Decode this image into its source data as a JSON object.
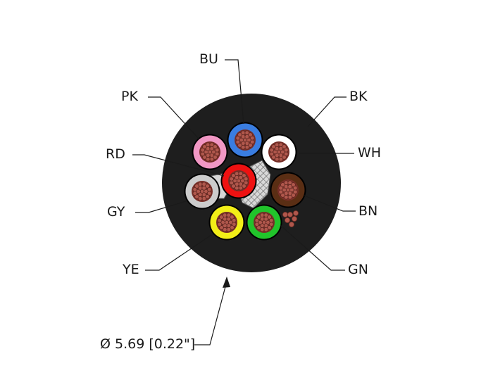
{
  "cable": {
    "jacket_color": "#1e1e1e",
    "copper_color": "#b0574c",
    "diameter_label": "Ø 5.69 [0.22\"]"
  },
  "conductors": [
    {
      "code": "BU",
      "fill": "#3a7de0"
    },
    {
      "code": "BK",
      "fill": "#1e1e1e"
    },
    {
      "code": "PK",
      "fill": "#f197c4"
    },
    {
      "code": "WH",
      "fill": "#ffffff"
    },
    {
      "code": "RD",
      "fill": "#ee1111"
    },
    {
      "code": "BN",
      "fill": "#5a2e14"
    },
    {
      "code": "GY",
      "fill": "#cccccc"
    },
    {
      "code": "YE",
      "fill": "#f2ee18"
    },
    {
      "code": "GN",
      "fill": "#21c42b"
    }
  ]
}
